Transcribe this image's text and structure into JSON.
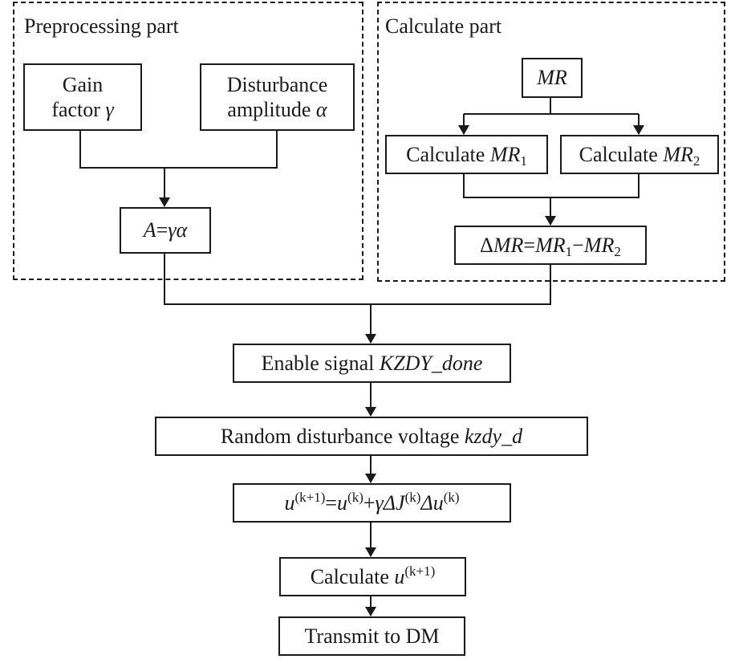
{
  "groups": {
    "preprocessing": {
      "title": "Preprocessing part"
    },
    "calculate": {
      "title": "Calculate part"
    }
  },
  "nodes": {
    "gain_factor": {
      "line1": "Gain",
      "line2": "factor ",
      "symbol": "γ"
    },
    "disturbance_amplitude": {
      "line1": "Disturbance",
      "line2": "amplitude ",
      "symbol": "α"
    },
    "a_formula": {
      "lhs": "A",
      "eq": "=",
      "rhs": "γα"
    },
    "mr": {
      "label": "MR"
    },
    "calc_mr1": {
      "prefix": "Calculate ",
      "symbol": "MR",
      "sub": "1"
    },
    "calc_mr2": {
      "prefix": "Calculate ",
      "symbol": "MR",
      "sub": "2"
    },
    "delta_mr": {
      "delta": "Δ",
      "symbol": "MR",
      "eq": "=",
      "t1": "MR",
      "s1": "1",
      "minus": "−",
      "t2": "MR",
      "s2": "2"
    },
    "enable_signal": {
      "prefix": "Enable signal ",
      "name": "KZDY_done"
    },
    "random_disturbance": {
      "prefix": "Random disturbance voltage ",
      "name": "kzdy_d"
    },
    "update_formula": {
      "u1": "u",
      "k1": "(k+1)",
      "eq": "=",
      "u2": "u",
      "k2": "(k)",
      "plus": "+",
      "g": "γ",
      "dJ": "ΔJ",
      "k3": "(k)",
      "du": "Δu",
      "k4": "(k)"
    },
    "calc_u": {
      "prefix": "Calculate ",
      "symbol": "u",
      "sup": "(k+1)"
    },
    "transmit": {
      "label": "Transmit to DM"
    }
  },
  "colors": {
    "stroke": "#1a1a1a",
    "background": "#ffffff"
  }
}
